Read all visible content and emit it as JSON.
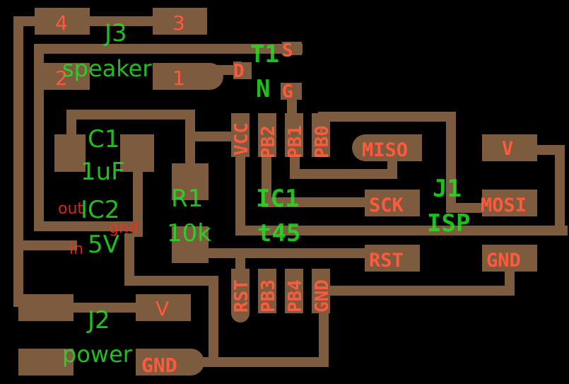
{
  "colors": {
    "background": "#000000",
    "copper": "#7d5b3f",
    "pad_label": "#ff5a3c",
    "silkscreen": "#22e022"
  },
  "components": {
    "J3": {
      "ref": "J3",
      "value": "speaker",
      "pins": [
        "4",
        "3",
        "2",
        "1"
      ]
    },
    "T1": {
      "ref": "T1",
      "value": "N",
      "pins": [
        "S",
        "D",
        "G"
      ]
    },
    "C1": {
      "ref": "C1",
      "value": "1uF"
    },
    "IC2": {
      "ref": "IC2",
      "value": "5V",
      "pins": [
        "out",
        "gnd",
        "in"
      ]
    },
    "R1": {
      "ref": "R1",
      "value": "10k"
    },
    "IC1": {
      "ref": "IC1",
      "value": "t45",
      "pins_top": [
        "VCC",
        "PB2",
        "PB1",
        "PB0"
      ],
      "pins_bottom": [
        "RST",
        "PB3",
        "PB4",
        "GND"
      ]
    },
    "J1": {
      "ref": "J1",
      "value": "ISP",
      "pins": [
        "MISO",
        "V",
        "SCK",
        "MOSI",
        "RST",
        "GND"
      ]
    },
    "J2": {
      "ref": "J2",
      "value": "power",
      "pins": [
        "V",
        "GND"
      ]
    }
  }
}
